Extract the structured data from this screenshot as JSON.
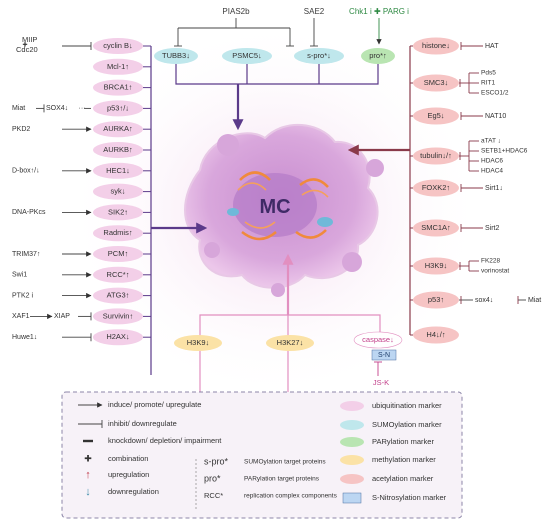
{
  "center": {
    "label": "MC"
  },
  "top_groups": {
    "pias": {
      "label": "PIAS2b",
      "color": "#3a3a3a"
    },
    "sae": {
      "label": "SAE2",
      "color": "#3a3a3a"
    },
    "chk": {
      "label": "Chk1 i ✚ PARG i",
      "color": "#2f8a44"
    }
  },
  "top_nodes": [
    {
      "label": "TUBB3↓",
      "fill": "#bfe7ec"
    },
    {
      "label": "PSMC5↓",
      "fill": "#bfe7ec"
    },
    {
      "label": "s-pro*↓",
      "fill": "#bfe7ec"
    },
    {
      "label": "pro*↑",
      "fill": "#b9e5b2"
    }
  ],
  "left_nodes": [
    {
      "label": "cyclin B↓",
      "fill": "#f3cfe8",
      "source": "MIIP\nCdc20",
      "link": "inhibit"
    },
    {
      "label": "Mcl-1↑",
      "fill": "#f3cfe8",
      "source": "",
      "link": ""
    },
    {
      "label": "BRCA1↑",
      "fill": "#f3cfe8",
      "source": "",
      "link": ""
    },
    {
      "label": "p53↑/↓",
      "fill": "#f3cfe8",
      "source": "Miat",
      "link": "sox4"
    },
    {
      "label": "AURKA↑",
      "fill": "#f3cfe8",
      "source": "PKD2",
      "link": "induce"
    },
    {
      "label": "AURKB↑",
      "fill": "#f3cfe8",
      "source": "",
      "link": ""
    },
    {
      "label": "HEC1↓",
      "fill": "#f3cfe8",
      "source": "D-box↑/↓",
      "link": "induce"
    },
    {
      "label": "syk↓",
      "fill": "#f3cfe8",
      "source": "",
      "link": ""
    },
    {
      "label": "SIK2↑",
      "fill": "#f3cfe8",
      "source": "DNA-PKcs",
      "link": "induce"
    },
    {
      "label": "Radmis↑",
      "fill": "#f3cfe8",
      "source": "",
      "link": ""
    },
    {
      "label": "PCM↑",
      "fill": "#f3cfe8",
      "source": "TRIM37↑",
      "link": "induce"
    },
    {
      "label": "RCC*↑",
      "fill": "#f3cfe8",
      "source": "Swi1",
      "link": "induce"
    },
    {
      "label": "ATG3↑",
      "fill": "#f3cfe8",
      "source": "PTK2 i",
      "link": "induce"
    },
    {
      "label": "Survivin↑",
      "fill": "#f3cfe8",
      "source": "XAF1",
      "link": "xiap"
    },
    {
      "label": "H2AX↓",
      "fill": "#f3cfe8",
      "source": "Huwe1↓",
      "link": "inhibit"
    }
  ],
  "left_extra": {
    "sox4": "SOX4↓",
    "xiap": "XIAP"
  },
  "right_nodes": [
    {
      "label": "histone↓",
      "fill": "#f6c4c4",
      "regulators": [
        "HAT"
      ]
    },
    {
      "label": "SMC3↓",
      "fill": "#f6c4c4",
      "regulators": [
        "Pds5",
        "RIT1",
        "ESCO1/2"
      ]
    },
    {
      "label": "Eg5↓",
      "fill": "#f6c4c4",
      "regulators": [
        "NAT10"
      ]
    },
    {
      "label": "tubulin↓/↑",
      "fill": "#f6c4c4",
      "regulators": [
        "aTAT ↓",
        "SETB1+HDAC6",
        "HDAC6",
        "HDAC4"
      ]
    },
    {
      "label": "FOXK2↑",
      "fill": "#f6c4c4",
      "regulators": [
        "Sirt1↓"
      ]
    },
    {
      "label": "SMC1A↑",
      "fill": "#f6c4c4",
      "regulators": [
        "Sirt2"
      ]
    },
    {
      "label": "H3K9↓",
      "fill": "#f6c4c4",
      "regulators": [
        "FK228",
        "vorinostat"
      ]
    },
    {
      "label": "p53↑",
      "fill": "#f6c4c4",
      "regulators": [
        "sox4↓",
        "Miat"
      ]
    },
    {
      "label": "H4↓/↑",
      "fill": "#f6c4c4",
      "regulators": []
    }
  ],
  "bottom_nodes": [
    {
      "label": "H3K9↓",
      "fill": "#fbe2a6"
    },
    {
      "label": "H3K27↓",
      "fill": "#fbe2a6"
    },
    {
      "label": "caspase↓",
      "fill": "#ffffff"
    }
  ],
  "bottom_extra": {
    "sn": "S-N",
    "jsk": "JS-K"
  },
  "legend": {
    "arrows": [
      {
        "symbol": "induce",
        "text": "induce/ promote/ upregulate"
      },
      {
        "symbol": "inhibit",
        "text": "inhibit/ downregulate"
      },
      {
        "symbol": "minus",
        "text": "knockdown/ depletion/ impairment"
      },
      {
        "symbol": "plus",
        "text": "combination"
      },
      {
        "symbol": "up",
        "text": "upregulation"
      },
      {
        "symbol": "down",
        "text": "downregulation"
      }
    ],
    "stars": [
      {
        "key": "s-pro*",
        "text": "SUMOylation target proteins"
      },
      {
        "key": "pro*",
        "text": "PARylation target proteins"
      },
      {
        "key": "RCC*",
        "text": "replication complex components"
      }
    ],
    "markers": [
      {
        "text": "ubiquitination marker",
        "color": "#f3cfe8"
      },
      {
        "text": "SUMOylation marker",
        "color": "#bfe7ec"
      },
      {
        "text": "PARylation marker",
        "color": "#b9e5b2"
      },
      {
        "text": "methylation marker",
        "color": "#fbe2a6"
      },
      {
        "text": "acetylation marker",
        "color": "#f6c4c4"
      },
      {
        "text": "S-Nitrosylation marker",
        "color": "#bcd6f2"
      }
    ]
  }
}
